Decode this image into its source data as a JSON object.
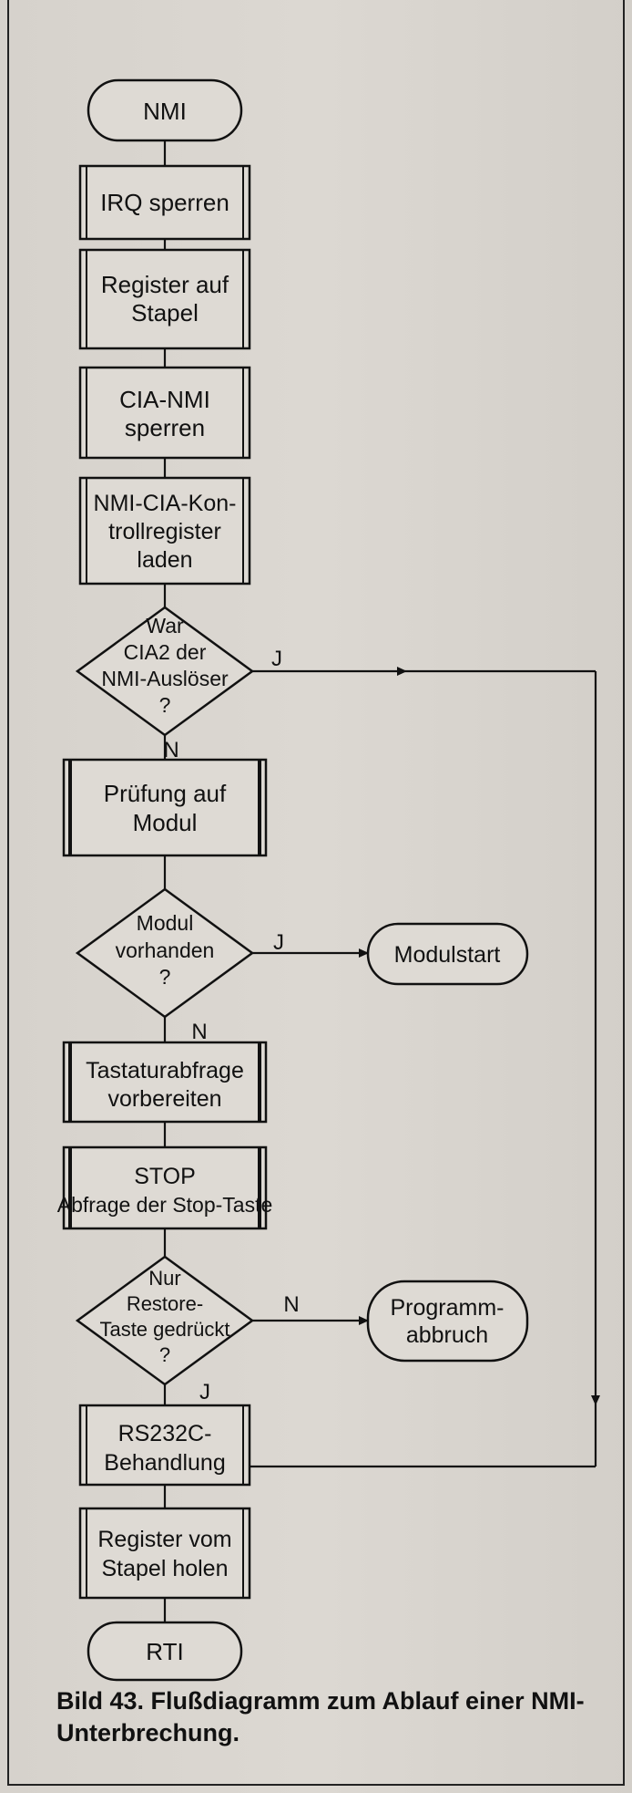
{
  "diagram": {
    "nodes": {
      "nmi": {
        "label": "NMI"
      },
      "irq_sperren": {
        "label": "IRQ sperren"
      },
      "register_auf_stapel": {
        "lines": [
          "Register auf",
          "Stapel"
        ]
      },
      "cia_nmi_sperren": {
        "lines": [
          "CIA-NMI",
          "sperren"
        ]
      },
      "nmi_cia_kontroll": {
        "lines": [
          "NMI-CIA-Kon-",
          "trollregister",
          "laden"
        ]
      },
      "war_cia2": {
        "lines": [
          "War",
          "CIA2 der",
          "NMI-Auslöser",
          "?"
        ]
      },
      "pruefung_modul": {
        "lines": [
          "Prüfung auf",
          "Modul"
        ]
      },
      "modul_vorhanden": {
        "lines": [
          "Modul",
          "vorhanden",
          "?"
        ]
      },
      "modulstart": {
        "label": "Modulstart"
      },
      "tastatur": {
        "lines": [
          "Tastaturabfrage",
          "vorbereiten"
        ]
      },
      "stop": {
        "lines": [
          "STOP",
          "Abfrage der Stop-Taste"
        ]
      },
      "nur_restore": {
        "lines": [
          "Nur",
          "Restore-",
          "Taste gedrückt",
          "?"
        ]
      },
      "programmabbruch": {
        "lines": [
          "Programm-",
          "abbruch"
        ]
      },
      "rs232": {
        "lines": [
          "RS232C-",
          "Behandlung"
        ]
      },
      "register_vom_stapel": {
        "lines": [
          "Register vom",
          "Stapel holen"
        ]
      },
      "rti": {
        "label": "RTI"
      }
    },
    "edge_labels": {
      "war_cia2_yes": "J",
      "war_cia2_no": "N",
      "modul_yes": "J",
      "modul_no": "N",
      "restore_no": "N",
      "restore_yes": "J"
    }
  },
  "caption": {
    "lines": [
      "Bild 43. Flußdiagramm zum Ablauf einer NMI-",
      "Unterbrechung."
    ]
  },
  "colors": {
    "ink": "#111111",
    "paper": "#d9d5cf",
    "box_fill": "#dedad4"
  }
}
